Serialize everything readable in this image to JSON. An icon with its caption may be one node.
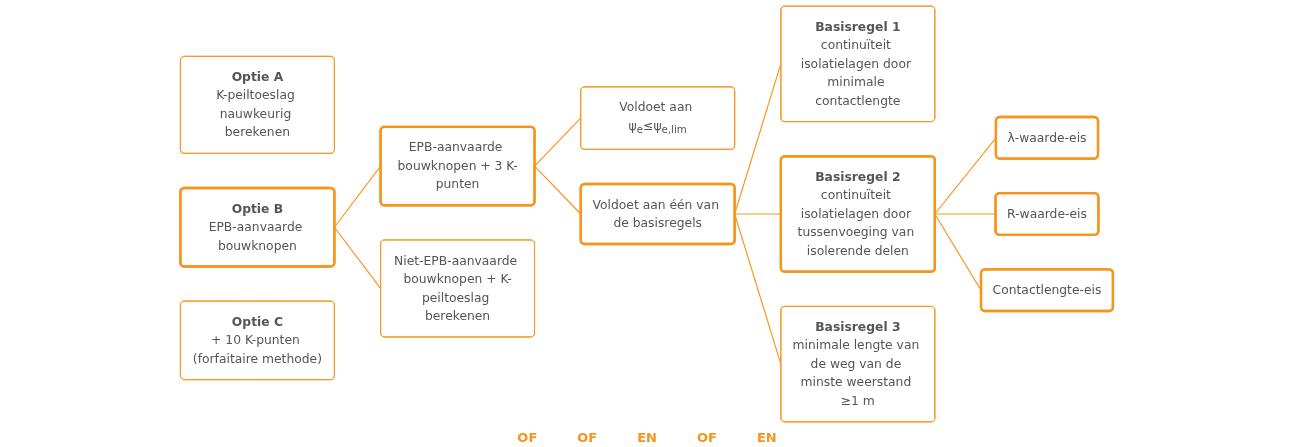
{
  "diagram": {
    "nodes": [
      {
        "text": [
          "Optie A",
          "K-peiltoeslag nauwkeurig berekenen"
        ]
      },
      {
        "text": [
          "Optie B",
          "EPB-aanvaarde bouwknopen"
        ]
      },
      {
        "text": [
          "Optie C",
          "+ 10 K-punten (forfaitaire methode)"
        ]
      },
      {
        "text": [
          "EPB-aanvaarde bouwknopen + 3 K-punten"
        ]
      },
      {
        "text": [
          "Niet-EPB-aanvaarde bouwknopen + K-peiltoeslag berekenen"
        ]
      },
      {
        "text": [
          "Voldoet aan ψ$_{e}$≤ψ$_{e,lim}$"
        ]
      },
      {
        "text": [
          "Voldoet aan één van de basisregels"
        ]
      },
      {
        "text": [
          "Basisregel 1",
          "continuïteit isolatielagen door minimale contactlengte"
        ]
      },
      {
        "text": [
          "Basisregel 2",
          "continuïteit isolatielagen door tussenvoeging van isolerende delen"
        ]
      },
      {
        "text": [
          "Basisregel 3",
          "minimale lengte van de weg van de minste weerstand ≥1 m"
        ]
      },
      {
        "text": [
          "λ-waarde-eis"
        ]
      },
      {
        "text": [
          "R-waarde-eis"
        ]
      },
      {
        "text": [
          "Contactlengte-eis"
        ]
      }
    ],
    "edges": [
      {
        "from": 1,
        "to": 3,
        "arrow": "none"
      },
      {
        "from": 1,
        "to": 4,
        "arrow": "none"
      },
      {
        "from": 3,
        "to": 5,
        "arrow": "none"
      },
      {
        "from": 3,
        "to": 6,
        "arrow": "none"
      },
      {
        "from": 6,
        "to": 7,
        "arrow": "none"
      },
      {
        "from": 6,
        "to": 8,
        "arrow": "none"
      },
      {
        "from": 6,
        "to": 9,
        "arrow": "none"
      },
      {
        "from": 8,
        "to": 10,
        "arrow": "none"
      },
      {
        "from": 8,
        "to": 11,
        "arrow": "none"
      },
      {
        "from": 8,
        "to": 12,
        "arrow": "none"
      }
    ],
    "labels": [
      "OF",
      "OF",
      "EN",
      "OF",
      "EN"
    ]
  }
}
